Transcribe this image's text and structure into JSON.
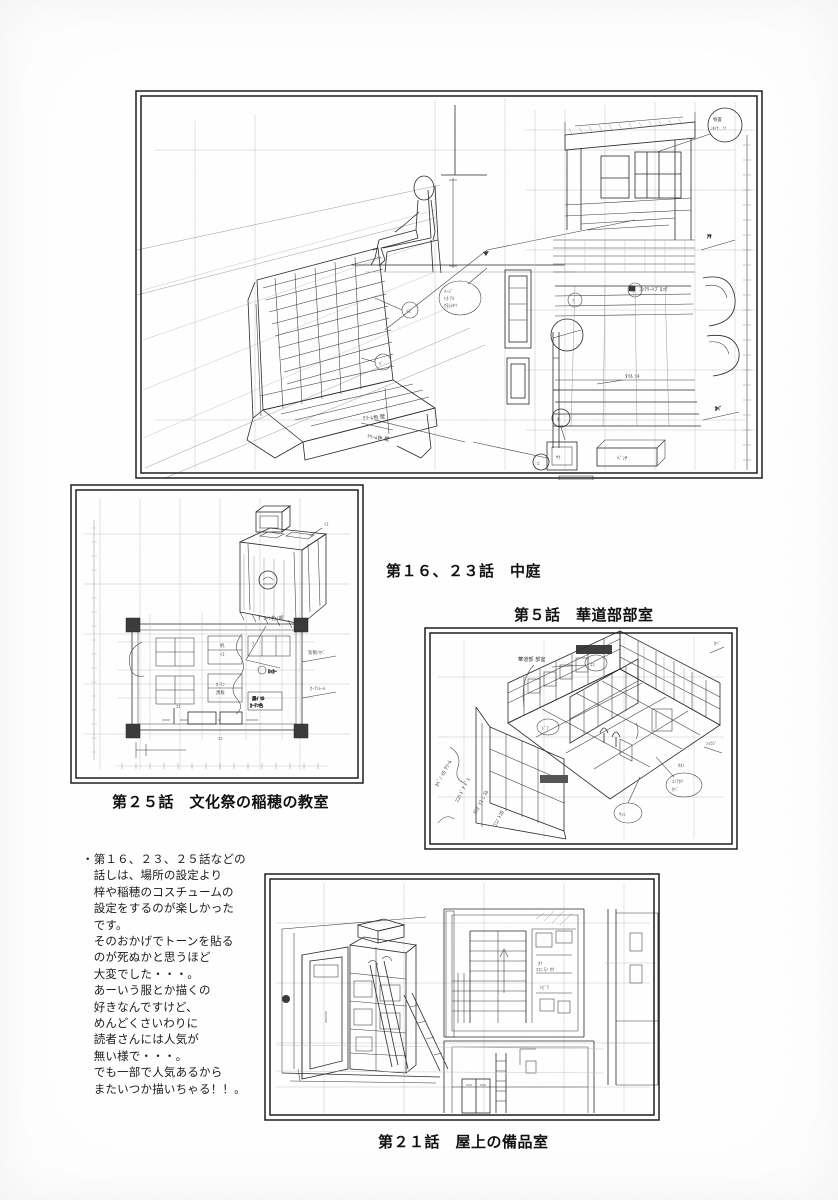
{
  "page": {
    "kind": "setting-art-collection-page",
    "background": "#fefefe"
  },
  "panels": [
    {
      "id": "courtyard",
      "caption": "第１６、２３話　中庭",
      "notes": [
        "ベンチ",
        "壁",
        "タイル",
        "サッシ",
        "コンクリートブロック",
        "物置"
      ]
    },
    {
      "id": "kadoubu",
      "caption": "第５話　華道部部室",
      "notes": [
        "華道部 部室",
        "引き戸",
        "畳",
        "床の間"
      ]
    },
    {
      "id": "classroom",
      "caption": "第２５話　文化祭の稲穂の教室",
      "notes": [
        "教壇",
        "黒板",
        "机",
        "カーテン",
        "掲示板"
      ]
    },
    {
      "id": "rooftop",
      "caption": "第２１話　屋上の備品室",
      "notes": [
        "備品室",
        "階段",
        "扉",
        "棚"
      ]
    }
  ],
  "blurb": {
    "lines": [
      "・第１６、２３、２５話などの",
      "　話しは、場所の設定より",
      "　梓や稲穂のコスチュームの",
      "　設定をするのが楽しかった",
      "　です。",
      "　そのおかげでトーンを貼る",
      "　のが死ぬかと思うほど",
      "　大変でした・・・。",
      "　あーいう服とか描くの",
      "　好きなんですけど、",
      "　めんどくさいわりに",
      "　読者さんには人気が",
      "　無い様で・・・。",
      "　でも一部で人気あるから",
      "　またいつか描いちゃる！！。"
    ],
    "text": "・第１６、２３、２５話などの\n　話しは、場所の設定より\n　梓や稲穂のコスチュームの\n　設定をするのが楽しかった\n　です。\n　そのおかげでトーンを貼る\n　のが死ぬかと思うほど\n　大変でした・・・。\n　あーいう服とか描くの\n　好きなんですけど、\n　めんどくさいわりに\n　読者さんには人気が\n　無い様で・・・。\n　でも一部で人気あるから\n　またいつか描いちゃる！！。"
  },
  "colors": {
    "ink": "#1f1f1f",
    "paper": "#fefefe",
    "light_ink": "#8d8d8d"
  }
}
